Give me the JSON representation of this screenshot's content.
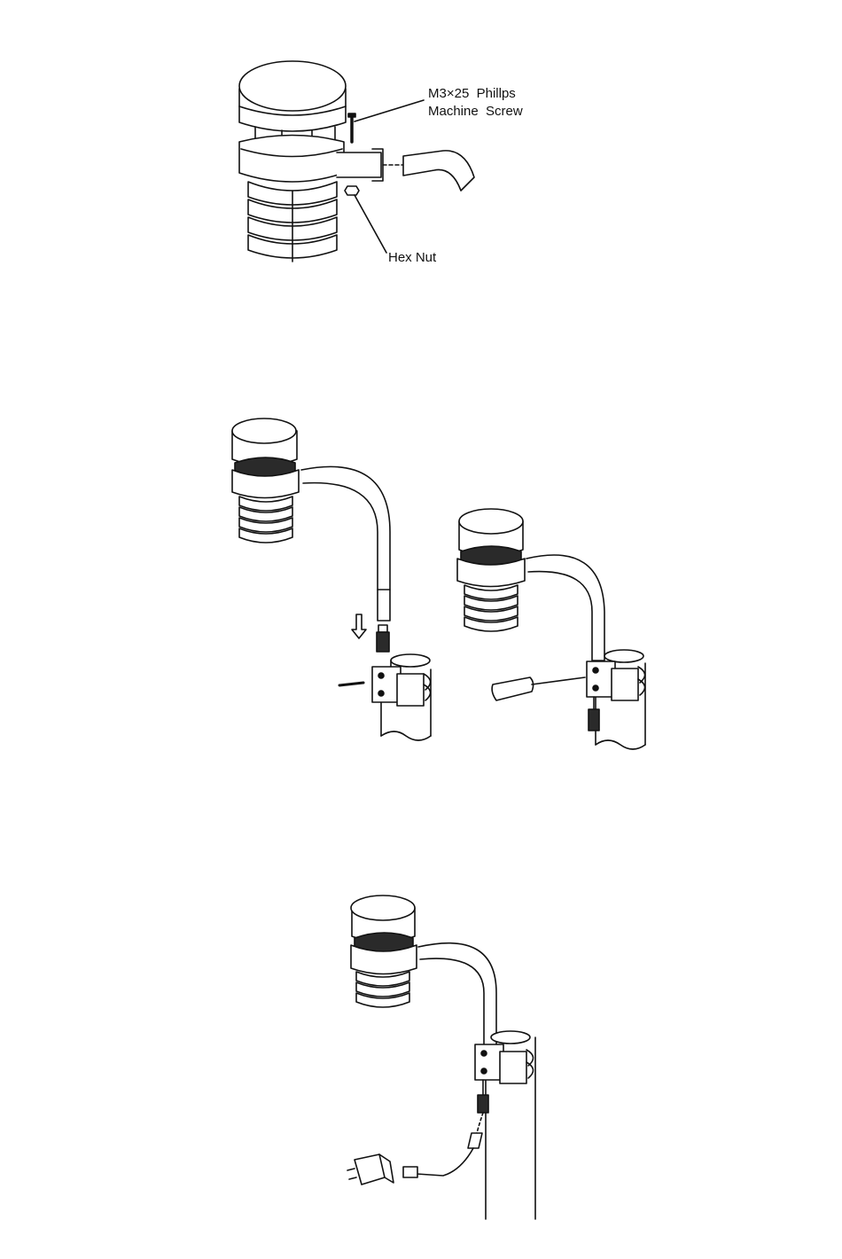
{
  "figure1": {
    "screw_label_line1": "M3×25  Phillps",
    "screw_label_line2": "Machine  Screw",
    "nut_label": "Hex Nut"
  },
  "colors": {
    "line": "#111111",
    "fill": "#ffffff",
    "dark": "#2a2a2a"
  }
}
